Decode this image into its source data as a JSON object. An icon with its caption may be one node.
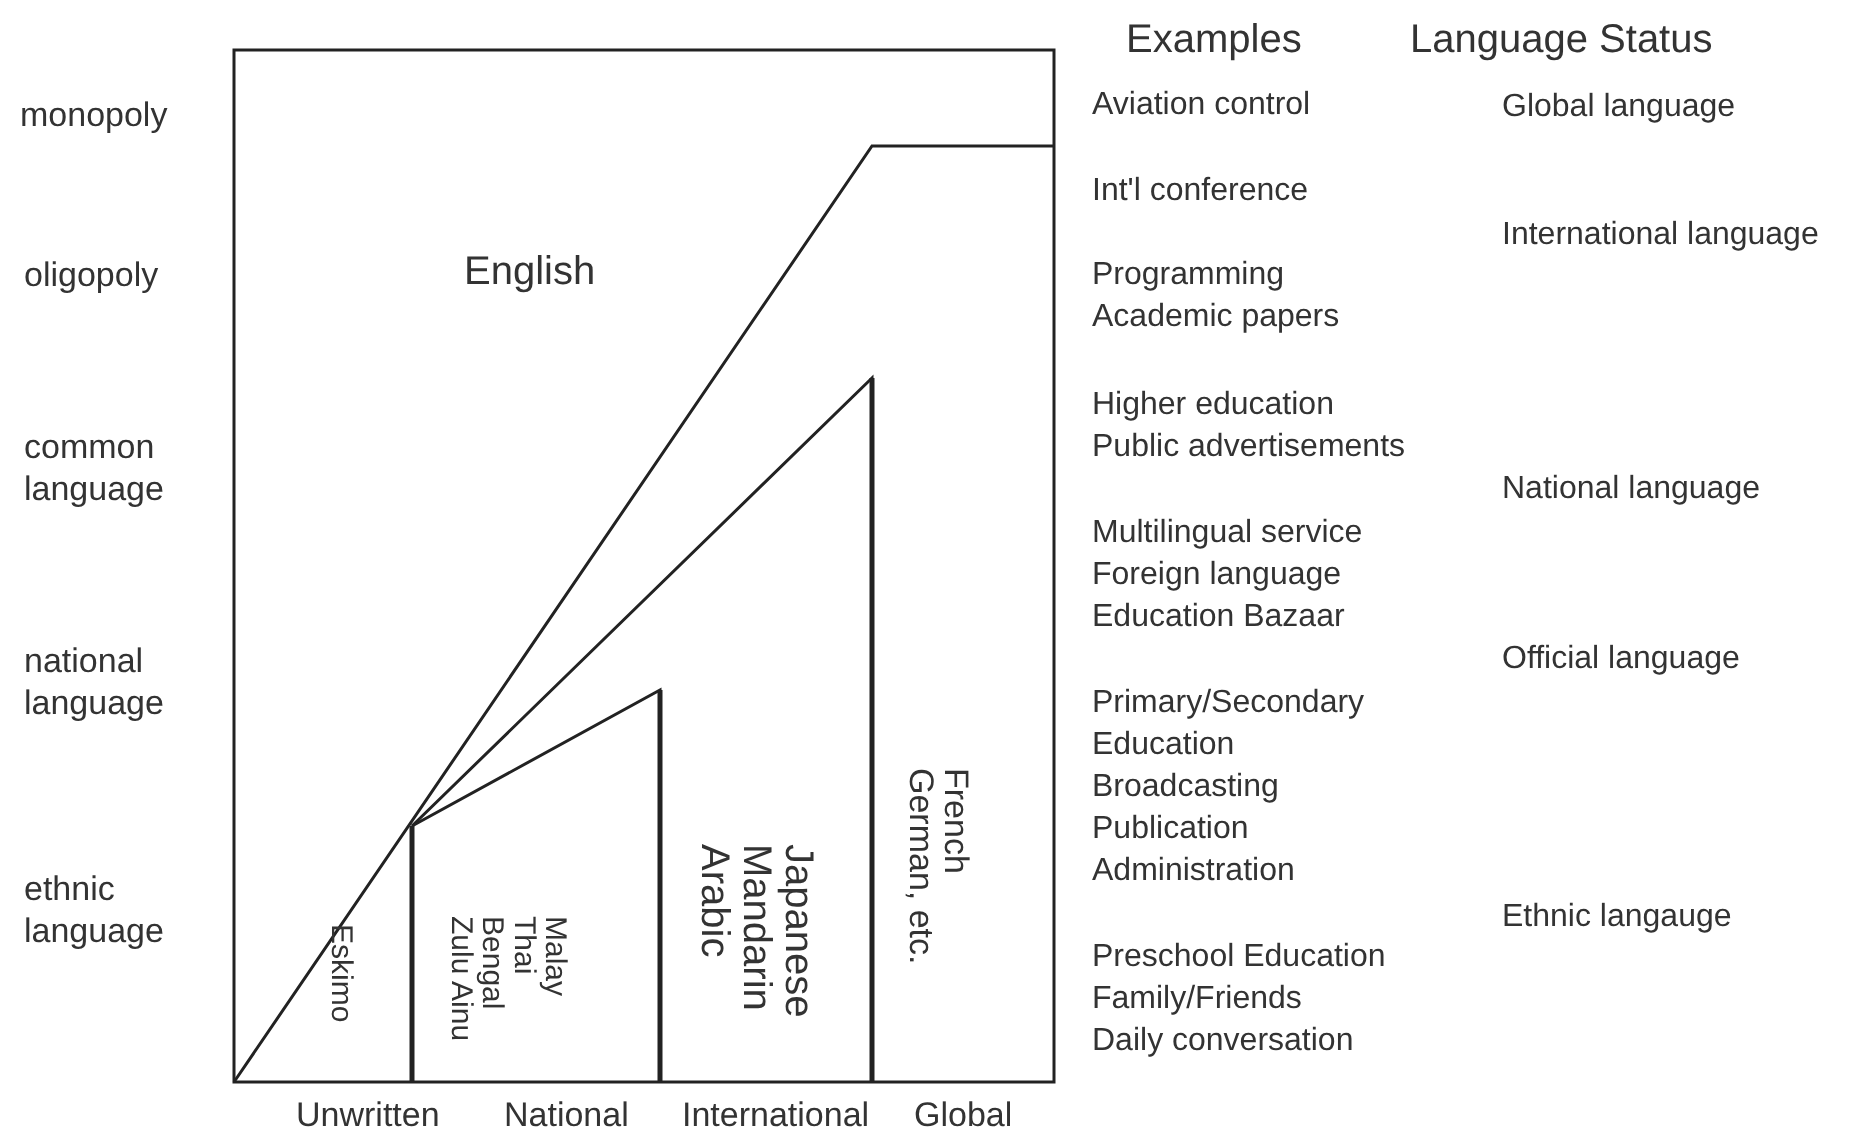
{
  "diagram": {
    "labels": [
      "monopoly",
      "oligopoly",
      "common language",
      "national language",
      "ethnic language",
      "English",
      "Eskimo",
      "Malay Thai Bengal Zulu Ainu",
      "Japanese Mandarin Arabic",
      "French German, etc.",
      "Unwritten",
      "National",
      "International",
      "Global",
      "Examples",
      "Aviation control",
      "Int'l conference",
      "Programming",
      "Academic papers",
      "Higher education",
      "Public advertisements",
      "Multilingual service",
      "Foreign language",
      "Education Bazaar",
      "Primary/Secondary",
      "Education",
      "Broadcasting",
      "Publication",
      "Administration",
      "Preschool Education",
      "Family/Friends",
      "Daily conversation",
      "Language Status",
      "Global language",
      "International language",
      "National language",
      "Official language",
      "Ethnic langauge"
    ]
  }
}
